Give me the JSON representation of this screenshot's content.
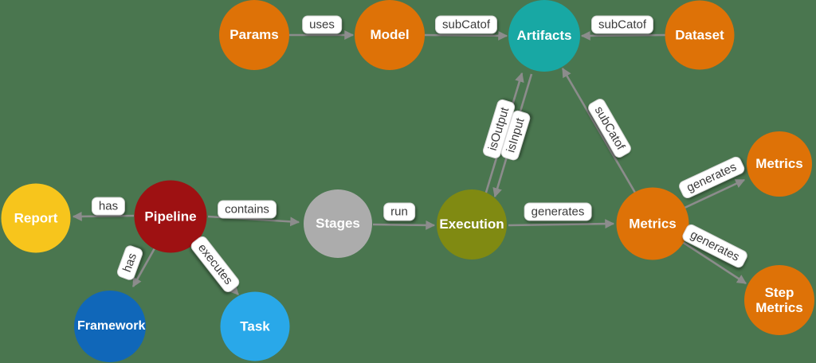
{
  "diagram": {
    "background_color": "#4a764f",
    "edge_color": "#8c8c8c",
    "label_box_color": "#ffffff",
    "label_text_color": "#3a3a3a",
    "node_text_color": "#ffffff",
    "nodes": [
      {
        "id": "params",
        "label": "Params",
        "color": "#de7207"
      },
      {
        "id": "model",
        "label": "Model",
        "color": "#de7207"
      },
      {
        "id": "artifacts",
        "label": "Artifacts",
        "color": "#18a8a4"
      },
      {
        "id": "dataset",
        "label": "Dataset",
        "color": "#de7207"
      },
      {
        "id": "report",
        "label": "Report",
        "color": "#f7c51c"
      },
      {
        "id": "pipeline",
        "label": "Pipeline",
        "color": "#9e1112"
      },
      {
        "id": "stages",
        "label": "Stages",
        "color": "#acacac"
      },
      {
        "id": "execution",
        "label": "Execution",
        "color": "#808a12"
      },
      {
        "id": "metrics",
        "label": "Metrics",
        "color": "#de7207"
      },
      {
        "id": "metrics-2",
        "label": "Metrics",
        "color": "#de7207"
      },
      {
        "id": "step-metrics",
        "label": "Step Metrics",
        "color": "#de7207"
      },
      {
        "id": "framework",
        "label": "Framework",
        "color": "#1067b9"
      },
      {
        "id": "task",
        "label": "Task",
        "color": "#29a8e9"
      }
    ],
    "edges": [
      {
        "from": "params",
        "to": "model",
        "label": "uses"
      },
      {
        "from": "model",
        "to": "artifacts",
        "label": "subCatof"
      },
      {
        "from": "dataset",
        "to": "artifacts",
        "label": "subCatof"
      },
      {
        "from": "pipeline",
        "to": "report",
        "label": "has"
      },
      {
        "from": "pipeline",
        "to": "stages",
        "label": "contains"
      },
      {
        "from": "stages",
        "to": "execution",
        "label": "run"
      },
      {
        "from": "execution",
        "to": "metrics",
        "label": "generates"
      },
      {
        "from": "execution",
        "to": "artifacts",
        "label": "isOutput"
      },
      {
        "from": "artifacts",
        "to": "execution",
        "label": "isInput"
      },
      {
        "from": "metrics",
        "to": "artifacts",
        "label": "subCatof"
      },
      {
        "from": "metrics",
        "to": "metrics-2",
        "label": "generates"
      },
      {
        "from": "metrics",
        "to": "step-metrics",
        "label": "generates"
      },
      {
        "from": "pipeline",
        "to": "framework",
        "label": "has"
      },
      {
        "from": "pipeline",
        "to": "task",
        "label": "executes"
      }
    ]
  }
}
